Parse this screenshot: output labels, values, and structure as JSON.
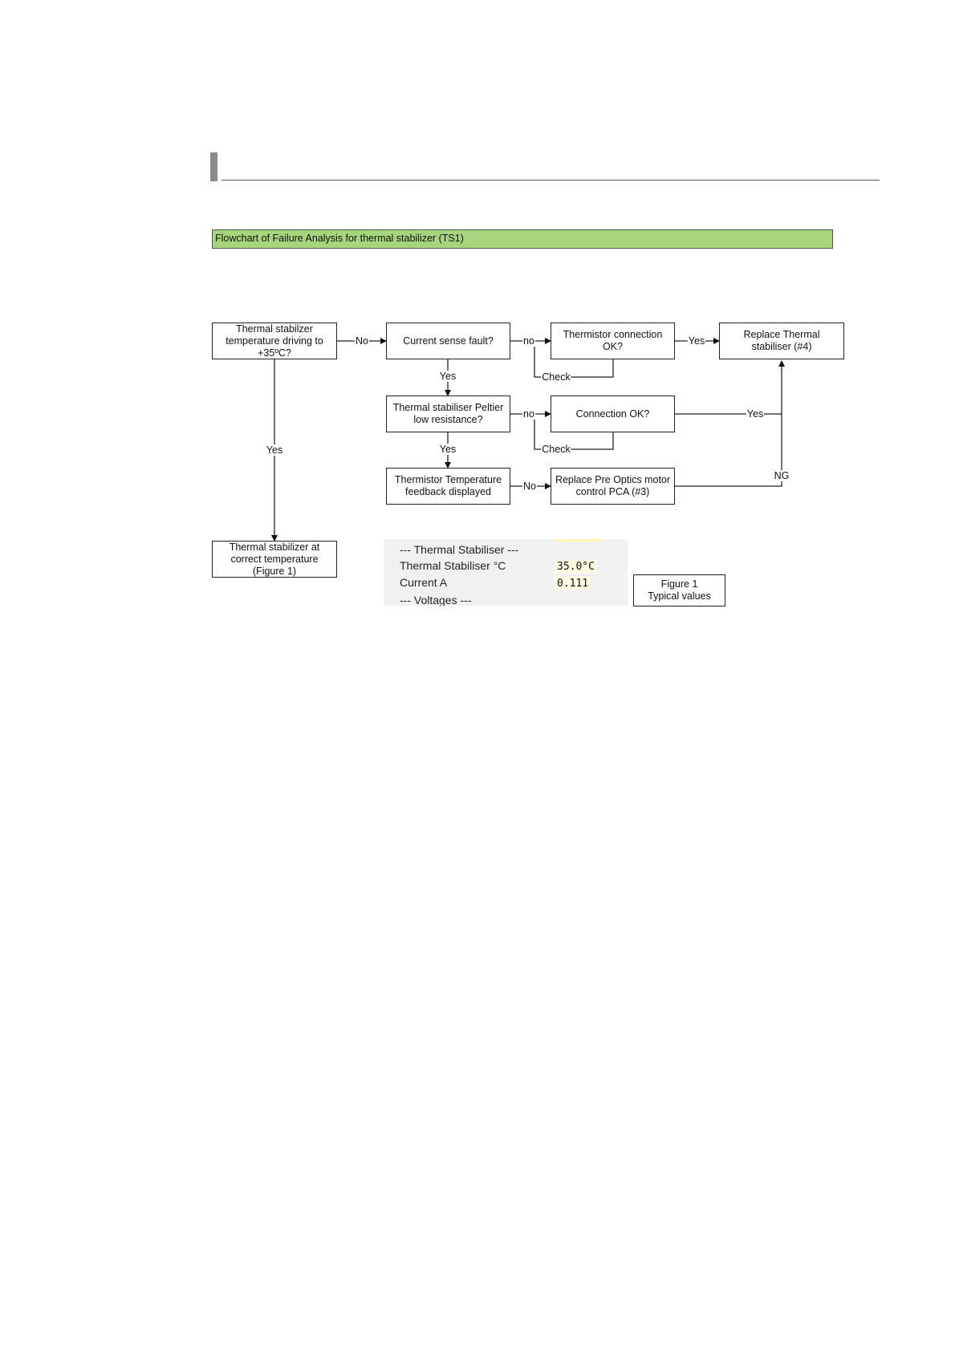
{
  "document": {
    "banner_title": "Flowchart of Failure Analysis for thermal stabilizer (TS1)"
  },
  "flowchart": {
    "nodes": {
      "start": "Thermal stabilzer\ntemperature driving to\n+35ºC?",
      "current_sense": "Current sense fault?",
      "thermistor_conn": "Thermistor connection\nOK?",
      "replace_ts": "Replace Thermal\nstabiliser (#4)",
      "peltier": "Thermal stabiliser Peltier\nlow resistance?",
      "connection_ok": "Connection OK?",
      "thermistor_feedback": "Thermistor Temperature\nfeedback displayed",
      "replace_pre_optics": "Replace Pre Optics motor\ncontrol PCA (#3)",
      "correct_temp": "Thermal stabilizer at\ncorrect temperature\n(Figure 1)",
      "figure_caption": "Figure 1\nTypical values"
    },
    "edge_labels": {
      "start_no": "No",
      "start_yes": "Yes",
      "cs_no": "no",
      "cs_yes": "Yes",
      "tc_yes": "Yes",
      "tc_check": "Check",
      "pel_no": "no",
      "pel_yes": "Yes",
      "co_check": "Check",
      "co_yes": "Yes",
      "tf_no": "No",
      "rpo_ng": "NG"
    }
  },
  "typical_values_panel": {
    "section_header": "--- Thermal Stabiliser ---",
    "row1_label": "Thermal Stabiliser °C",
    "row1_value": "35.0°C",
    "row2_label": "Current A",
    "row2_value": "0.111",
    "voltages_header": "--- Voltages ---"
  }
}
